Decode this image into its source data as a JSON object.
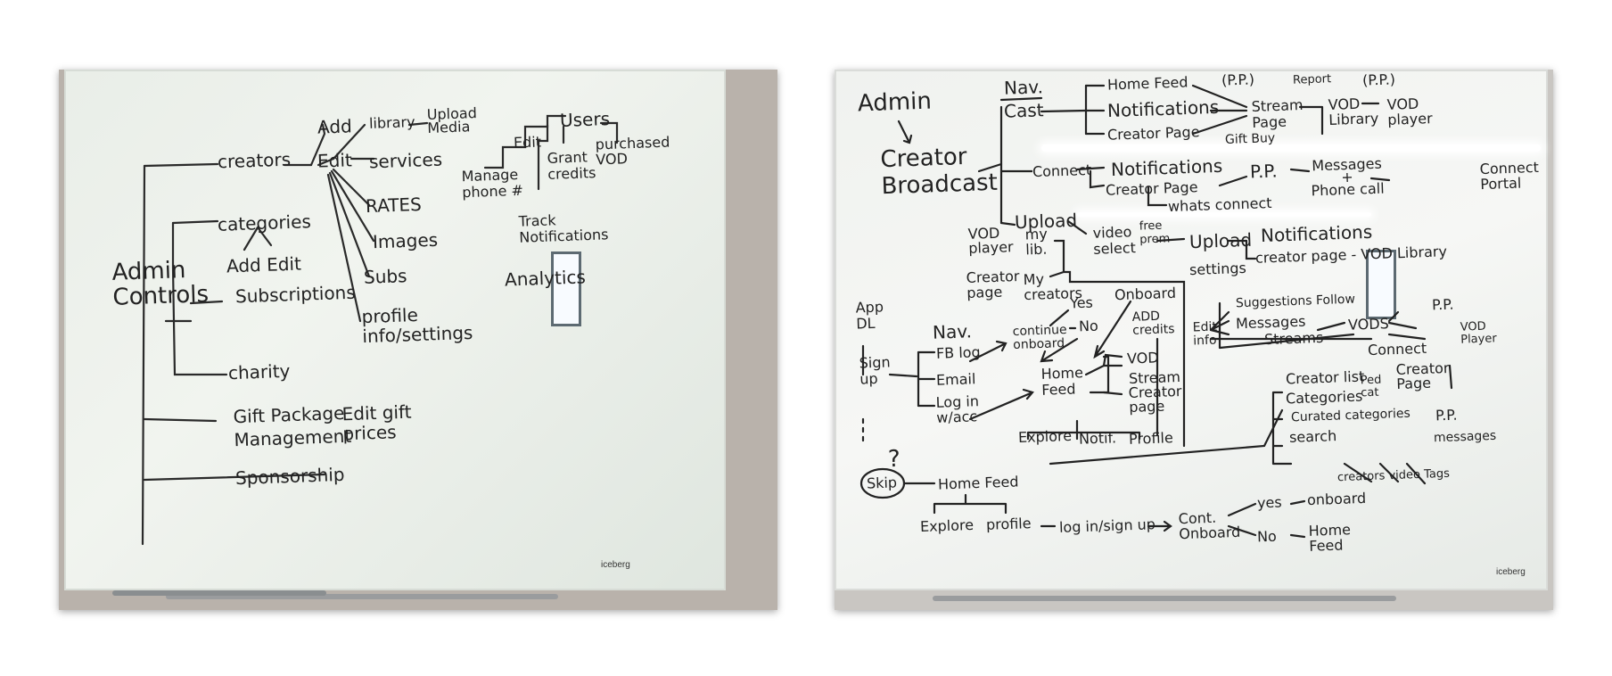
{
  "left_board": {
    "logo": "iceberg",
    "labels": {
      "admin": "Admin",
      "controls": "Controls",
      "creators": "creators",
      "add": "Add",
      "edit": "Edit",
      "library": "library",
      "upload_media": "Upload\nMedia",
      "services": "services",
      "rates": "RATES",
      "images": "Images",
      "subs": "Subs",
      "profile": "profile\ninfo/settings",
      "categories": "categories",
      "cat_add_edit": "Add  Edit",
      "subscriptions": "Subscriptions",
      "charity": "charity",
      "gift": "Gift Package\nManagement",
      "edit_gift": "Edit gift\nprices",
      "sponsorship": "Sponsorship",
      "users": "Users",
      "users_edit": "Edit",
      "manage_phone": "Manage\nphone #",
      "grant_credits": "Grant\ncredits",
      "purchased_vod": "purchased\nVOD",
      "track_notif": "Track\nNotifications",
      "analytics": "Analytics"
    }
  },
  "right_board": {
    "logo": "iceberg",
    "labels": {
      "admin": "Admin",
      "creator_broadcast": "Creator\nBroadcast",
      "nav_top": "Nav.",
      "cast": "Cast",
      "home_feed_top": "Home Feed",
      "notifications_top": "Notifications",
      "creator_page_top": "Creator Page",
      "pp1": "(P.P.)",
      "report": "Report",
      "pp2": "(P.P.)",
      "stream_page": "Stream\nPage",
      "vod_library_top": "VOD\nLibrary",
      "vod_player_top": "VOD\nplayer",
      "gift_buy": "Gift  Buy",
      "connect": "Connect",
      "notifications_mid": "Notifications",
      "creator_page_mid": "Creator Page",
      "pp_mid": "P.P.",
      "messages_phone": "Messages\n+\nPhone call",
      "connect_portal": "Connect\nPortal",
      "whats_connect": "whats connect",
      "upload": "Upload",
      "vod_player_mid": "VOD\nplayer",
      "my_lib": "my\nlib.",
      "creator_page_left": "Creator\npage",
      "my_creators": "My\ncreators",
      "video_select": "video\nselect",
      "free_prem": "free\nprem",
      "upload_mid": "Upload",
      "notifications_up": "Notifications",
      "creator_vod": "creator page - VOD Library",
      "settings": "settings",
      "app_dl": "App\nDL",
      "nav_low": "Nav.",
      "sign_up": "Sign\nup",
      "fb_log": "FB log",
      "email": "Email",
      "log_in": "Log in\nw/acc",
      "continue_onboard": "continue\nonboard",
      "yes_top": "Yes",
      "no_top": "No",
      "onboard": "Onboard",
      "add_credits": "ADD\ncredits",
      "edit_info": "Edit\ninfo",
      "home_feed_mid": "Home\nFeed",
      "vod": "VOD",
      "stream": "Stream",
      "creator_page_low": "Creator\npage",
      "explore": "Explore",
      "notif": "Notif.",
      "profile": "Profile",
      "suggestions": "Suggestions Follow",
      "messages": "Messages",
      "streams": "Streams",
      "vods": "VODS",
      "pp_right": "P.P.",
      "vod_player_right": "VOD\nPlayer",
      "connect_right": "Connect",
      "creator_page_right": "Creator\nPage",
      "pp_right2": "P.P.",
      "messages_right": "messages",
      "creator_list": "Creator list",
      "categories": "Categories",
      "ped_cat": "Ped\ncat",
      "curated": "Curated categories",
      "search": "search",
      "creators_video_tags": "creators  video  Tags",
      "question": "?",
      "skip": "Skip",
      "home_feed_low": "Home Feed",
      "explore_low": "Explore",
      "profile_low": "profile",
      "login_signup": "log in/sign up",
      "cont_onboard": "Cont.\nOnboard",
      "yes_low": "yes",
      "onboard_low": "onboard",
      "no_low": "No",
      "home_feed_end": "Home\nFeed"
    }
  }
}
